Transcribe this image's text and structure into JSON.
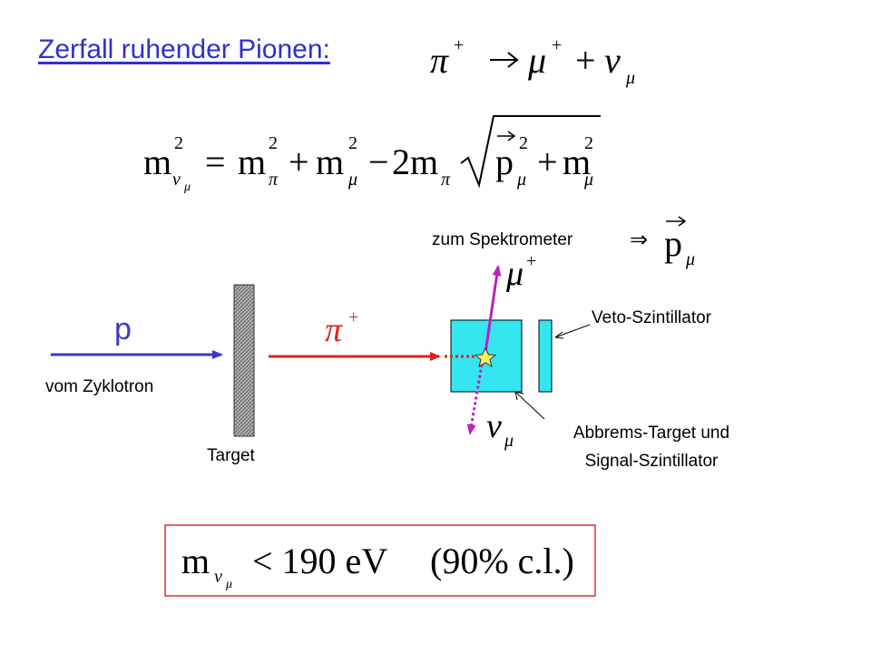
{
  "title": "Zerfall ruhender Pionen:",
  "labels": {
    "proton": "p",
    "from_cyclotron": "vom Zyklotron",
    "target": "Target",
    "pion": "π",
    "muon": "μ",
    "neutrino": "ν",
    "to_spectrometer": "zum Spektrometer",
    "veto": "Veto-Szintillator",
    "stopping_target_line1": "Abbrems-Target und",
    "stopping_target_line2": "Signal-Szintillator"
  },
  "result": {
    "bound": "< 190 eV",
    "confidence": "(90% c.l.)"
  },
  "colors": {
    "title": "#2f2fd0",
    "proton_beam": "#3a3ac8",
    "pion_beam": "#e02020",
    "muon": "#c020c0",
    "target_box": "#33e6f0",
    "result_border": "#e03030"
  }
}
